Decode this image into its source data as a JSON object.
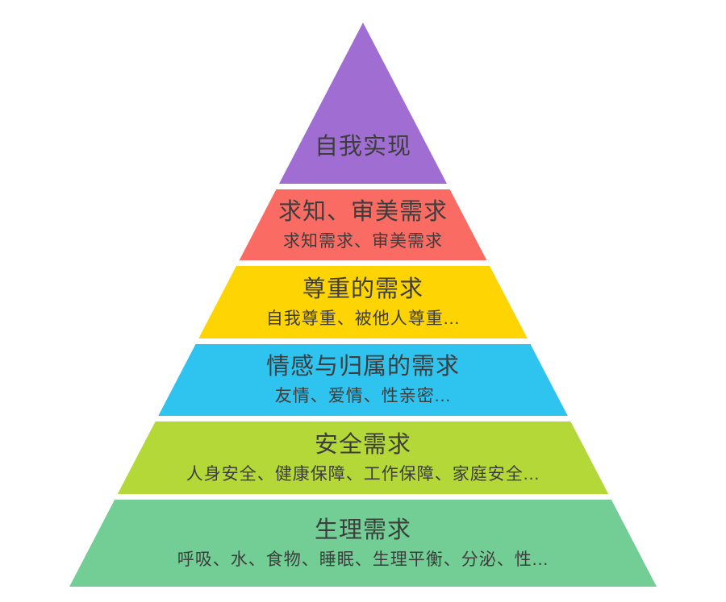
{
  "text_color": "#3d3d3d",
  "background_color": "#ffffff",
  "levels": [
    {
      "name": "self-actualization",
      "title": "自我实现",
      "subtitle": "",
      "color": "#a06ed2"
    },
    {
      "name": "cognitive-aesthetic",
      "title": "求知、审美需求",
      "subtitle": "求知需求、审美需求",
      "color": "#fa6c63"
    },
    {
      "name": "esteem",
      "title": "尊重的需求",
      "subtitle": "自我尊重、被他人尊重...",
      "color": "#fed402"
    },
    {
      "name": "love-belonging",
      "title": "情感与归属的需求",
      "subtitle": "友情、爱情、性亲密...",
      "color": "#2fc3ef"
    },
    {
      "name": "safety",
      "title": "安全需求",
      "subtitle": "人身安全、健康保障、工作保障、家庭安全...",
      "color": "#b5d839"
    },
    {
      "name": "physiological",
      "title": "生理需求",
      "subtitle": "呼吸、水、食物、睡眠、生理平衡、分泌、性...",
      "color": "#72ce95"
    }
  ]
}
